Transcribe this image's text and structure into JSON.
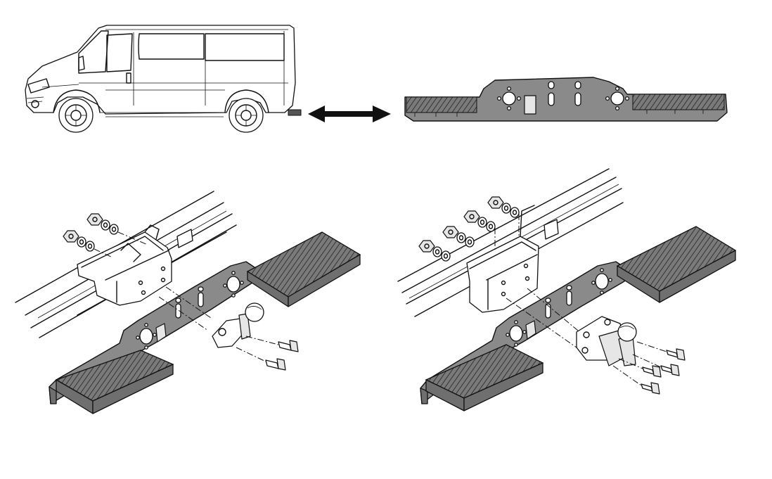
{
  "figure": {
    "panels": [
      {
        "id": "vehicle",
        "label": ""
      },
      {
        "id": "rear-step-bar",
        "label": ""
      },
      {
        "id": "fixed-ball-hitch-assembly",
        "label": ""
      },
      {
        "id": "flange-ball-hitch-assembly",
        "label": ""
      }
    ],
    "colors": {
      "line": "#111111",
      "steel": "#8a8a8a",
      "steel_dark": "#6f6f6f",
      "background": "#ffffff"
    },
    "icons": [
      "double-arrow-icon",
      "nut-icon",
      "washer-icon",
      "bolt-icon",
      "tow-ball-icon"
    ]
  }
}
